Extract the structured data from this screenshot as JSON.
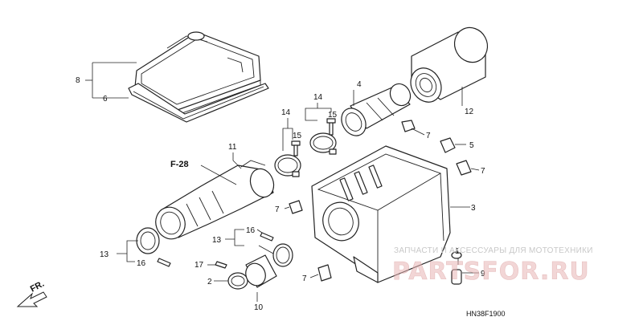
{
  "callouts": [
    {
      "id": "c8",
      "text": "8"
    },
    {
      "id": "c6",
      "text": "6"
    },
    {
      "id": "c4",
      "text": "4"
    },
    {
      "id": "c12",
      "text": "12"
    },
    {
      "id": "c14a",
      "text": "14"
    },
    {
      "id": "c14b",
      "text": "14"
    },
    {
      "id": "c15a",
      "text": "15"
    },
    {
      "id": "c15b",
      "text": "15"
    },
    {
      "id": "c11",
      "text": "11"
    },
    {
      "id": "c7a",
      "text": "7"
    },
    {
      "id": "c5",
      "text": "5"
    },
    {
      "id": "c7b",
      "text": "7"
    },
    {
      "id": "c7c",
      "text": "7"
    },
    {
      "id": "c3",
      "text": "3"
    },
    {
      "id": "c13a",
      "text": "13"
    },
    {
      "id": "c16a",
      "text": "16"
    },
    {
      "id": "c13b",
      "text": "13"
    },
    {
      "id": "c16b",
      "text": "16"
    },
    {
      "id": "c17",
      "text": "17"
    },
    {
      "id": "c2",
      "text": "2"
    },
    {
      "id": "c10",
      "text": "10"
    },
    {
      "id": "c7d",
      "text": "7"
    },
    {
      "id": "c9",
      "text": "9"
    },
    {
      "id": "c1",
      "text": "1"
    }
  ],
  "reference": "F-28",
  "direction": "FR.",
  "diagram_code": "HN38F1900",
  "watermark": {
    "caption": "ЗАПЧАСТИ И АКСЕССУАРЫ ДЛЯ МОТОТЕХНИКИ",
    "logo": "PARTSFOR.RU"
  }
}
